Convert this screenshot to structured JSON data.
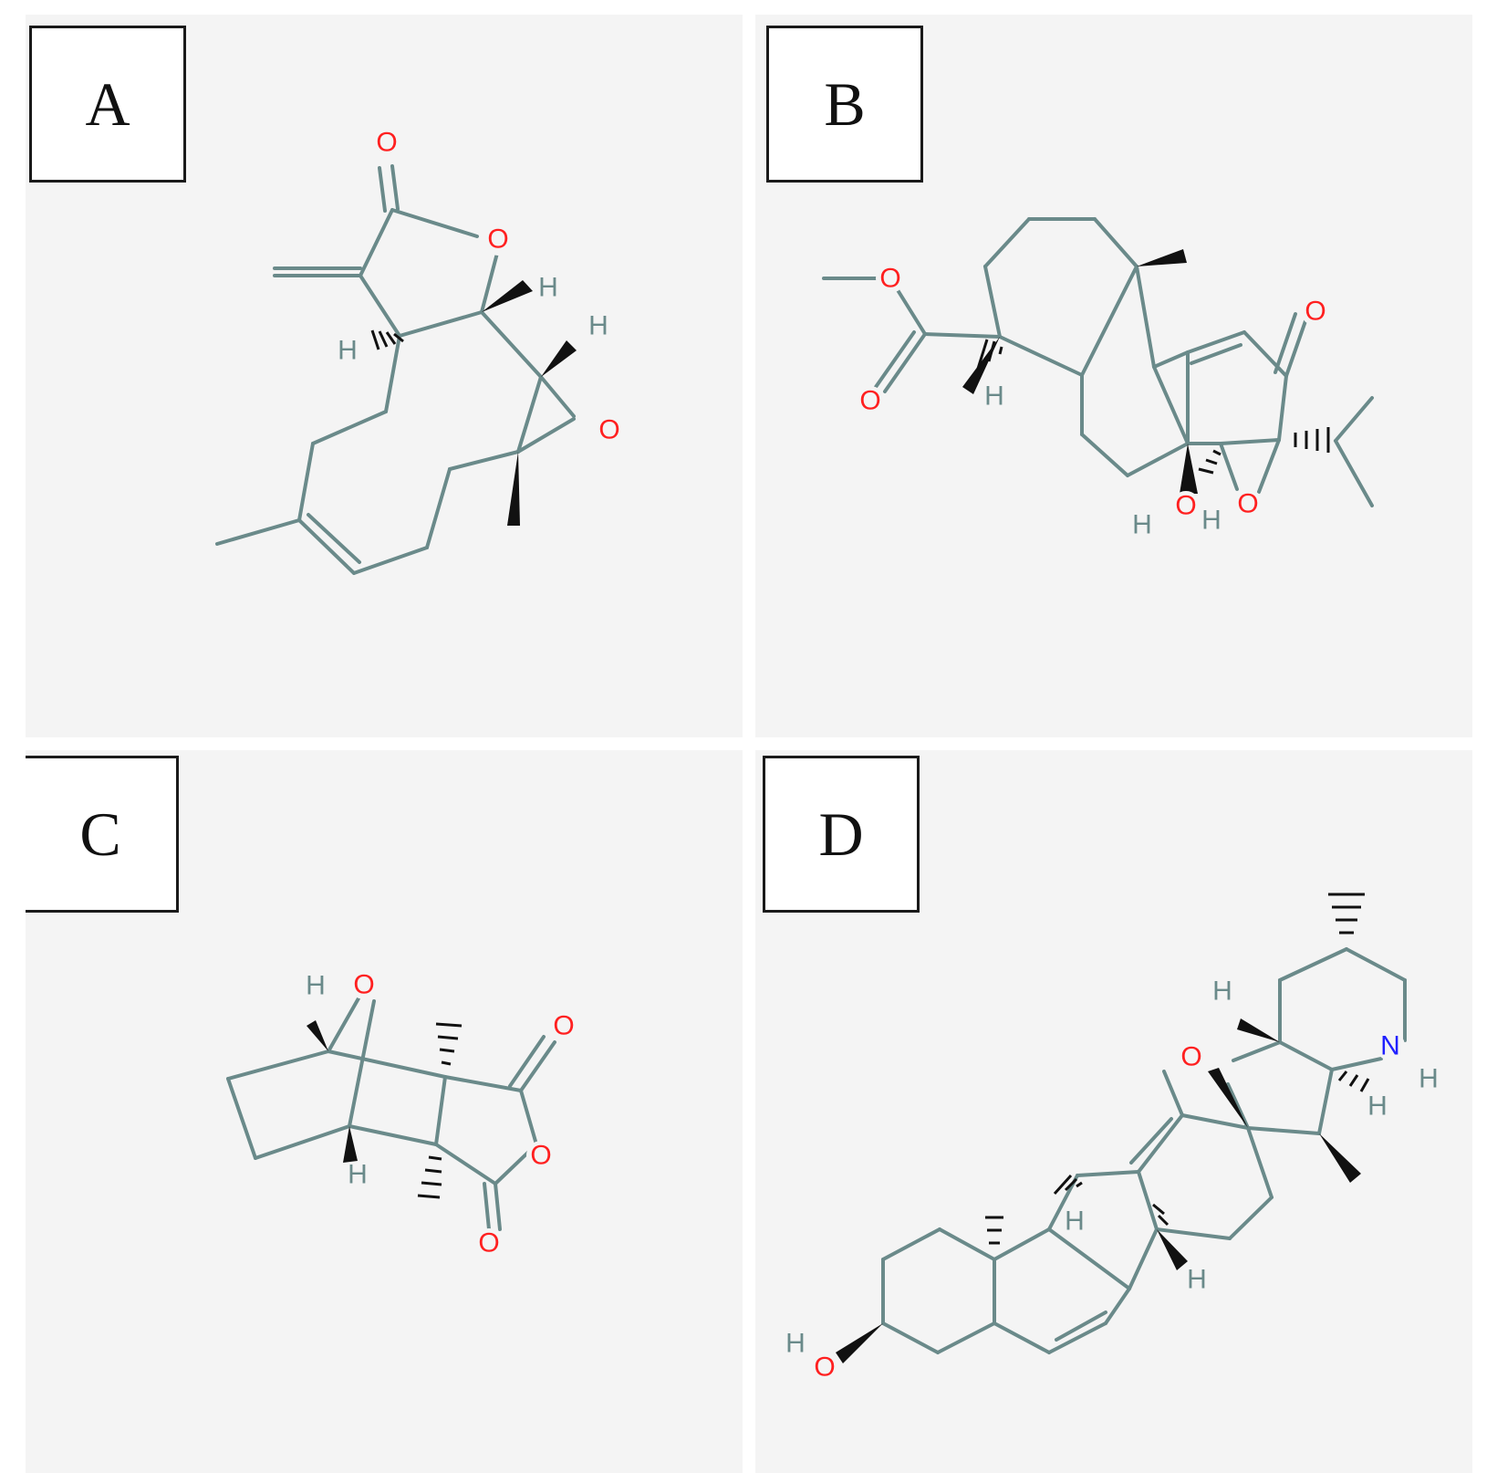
{
  "colors": {
    "bond": "#6a8a8a",
    "oxygen": "#ff2020",
    "nitrogen": "#2020ff",
    "hydrogen": "#6a8a8a",
    "panel": "#f4f4f4"
  },
  "panels": [
    {
      "id": "A",
      "label": "A",
      "atoms": {
        "o1": "O",
        "o2": "O",
        "o3": "O",
        "h1": "H",
        "h2": "H",
        "h3": "H"
      }
    },
    {
      "id": "B",
      "label": "B",
      "atoms": {
        "o1": "O",
        "o2": "O",
        "o3": "O",
        "o4": "O",
        "o5": "O",
        "h1": "H",
        "h2": "H",
        "h3": "H"
      }
    },
    {
      "id": "C",
      "label": "C",
      "atoms": {
        "o1": "O",
        "o2": "O",
        "o3": "O",
        "o4": "O",
        "h1": "H",
        "h2": "H"
      }
    },
    {
      "id": "D",
      "label": "D",
      "atoms": {
        "o1": "O",
        "o2": "O",
        "n1": "N",
        "h1": "H",
        "h2": "H",
        "h3": "H",
        "h4": "H",
        "h5": "H",
        "h6": "H"
      }
    }
  ]
}
